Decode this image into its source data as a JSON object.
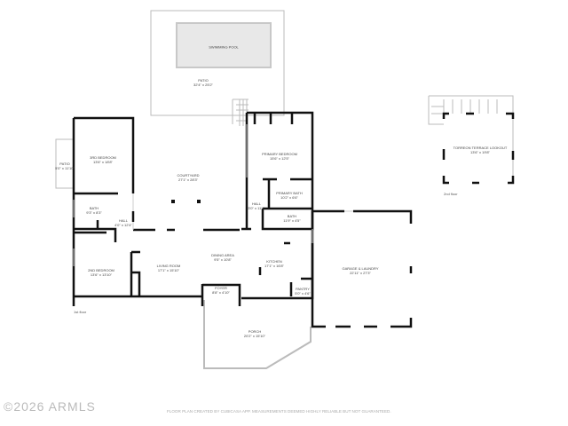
{
  "rooms": {
    "pool": {
      "name": "SWIMMING POOL"
    },
    "patio_pool": {
      "name": "PATIO",
      "size": "32'4\" x 25'2\""
    },
    "bedroom3": {
      "name": "3RD BEDROOM",
      "size": "13'6\" x 18'8\""
    },
    "patio_side": {
      "name": "PATIO",
      "size": "5'0\" x 11'10\""
    },
    "courtyard": {
      "name": "COURTYARD",
      "size": "27'1\" x 28'3\""
    },
    "primary_bedroom": {
      "name": "PRIMARY BEDROOM",
      "size": "15'6\" x 12'5\""
    },
    "primary_bath": {
      "name": "PRIMARY BATH",
      "size": "10'2\" x 6'6\""
    },
    "hall_east": {
      "name": "HALL",
      "size": "3'0\" x 11'0\""
    },
    "bath_east": {
      "name": "BATH",
      "size": "11'9\" x 4'5\""
    },
    "bath_west": {
      "name": "BATH",
      "size": "9'3\" x 8'3\""
    },
    "hall_west": {
      "name": "HALL",
      "size": "4'0\" x 12'4\""
    },
    "bedroom2": {
      "name": "2ND BEDROOM",
      "size": "13'6\" x 13'10\""
    },
    "living": {
      "name": "LIVING ROOM",
      "size": "17'1\" x 15'10\""
    },
    "dining": {
      "name": "DINING AREA",
      "size": "9'5\" x 10'8\""
    },
    "kitchen": {
      "name": "KITCHEN",
      "size": "17'1\" x 16'8\""
    },
    "foyer": {
      "name": "FOYER",
      "size": "8'8\" x 4'10\""
    },
    "pantry": {
      "name": "PANTRY",
      "size": "5'0\" x 4'6\""
    },
    "garage": {
      "name": "GARAGE & LAUNDRY",
      "size": "22'11\" x 27'3\""
    },
    "porch": {
      "name": "PORCH",
      "size": "20'2\" x 15'10\""
    },
    "torreon": {
      "name": "TORREON TERRACE LOOKOUT",
      "size": "13'6\" x 19'8\""
    }
  },
  "floors": {
    "first": "1st floor",
    "second": "2nd floor"
  },
  "watermark": "©2026 ARMLS",
  "footer": "FLOOR PLAN CREATED BY CUBICASA APP. MEASUREMENTS DEEMED HIGHLY RELIABLE BUT NOT GUARANTEED."
}
